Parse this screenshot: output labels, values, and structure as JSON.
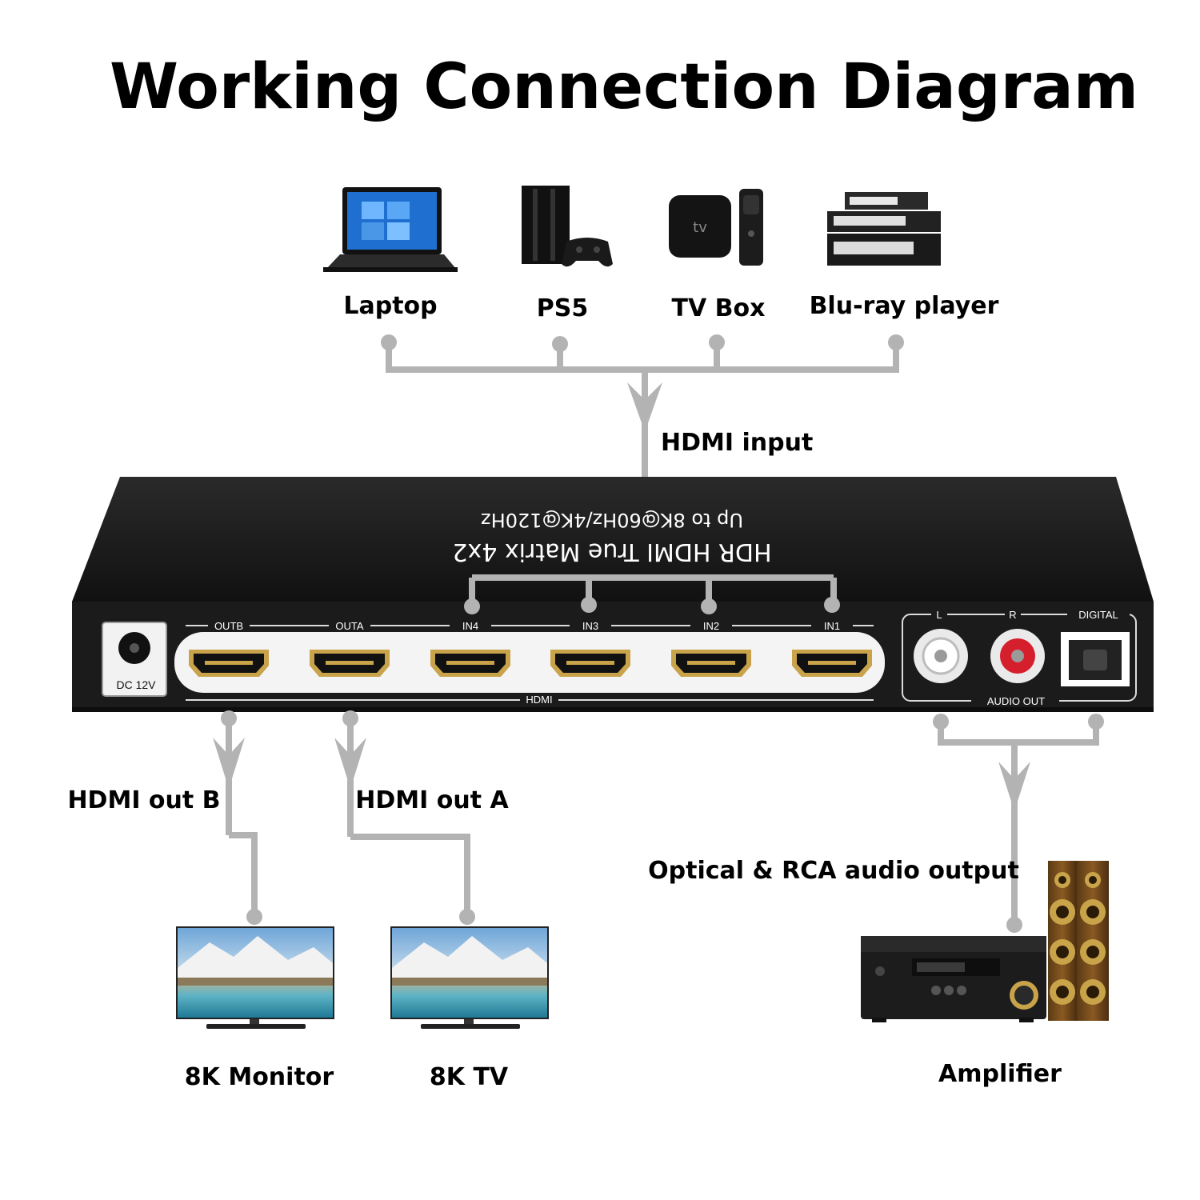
{
  "title": "Working Connection Diagram",
  "sources": [
    {
      "label": "Laptop",
      "icon": "laptop-icon"
    },
    {
      "label": "PS5",
      "icon": "ps5-console-icon"
    },
    {
      "label": "TV Box",
      "icon": "tv-box-icon"
    },
    {
      "label": "Blu-ray player",
      "icon": "bluray-player-icon"
    }
  ],
  "hdmi_input_label": "HDMI input",
  "device": {
    "name_line1": "HDR HDMI True Matrix 4x2",
    "name_line2": "Up to 8K@60Hz/4K@120Hz",
    "dc_label": "DC 12V",
    "hdmi_group_label": "HDMI",
    "ports": [
      "OUTB",
      "OUTA",
      "IN4",
      "IN3",
      "IN2",
      "IN1"
    ],
    "audio_left": "L",
    "audio_right": "R",
    "digital": "DIGITAL",
    "audio_out": "AUDIO OUT"
  },
  "outputs": {
    "out_b_label": "HDMI out B",
    "out_a_label": "HDMI out A",
    "audio_label": "Optical & RCA audio output"
  },
  "sinks": [
    {
      "label": "8K Monitor",
      "icon": "monitor-icon"
    },
    {
      "label": "8K TV",
      "icon": "tv-icon"
    },
    {
      "label": "Amplifier",
      "icon": "amplifier-icon"
    }
  ],
  "colors": {
    "connector": "#b3b3b3",
    "device_body": "#1e1e1e",
    "hdmi_gold": "#c9a34a"
  }
}
